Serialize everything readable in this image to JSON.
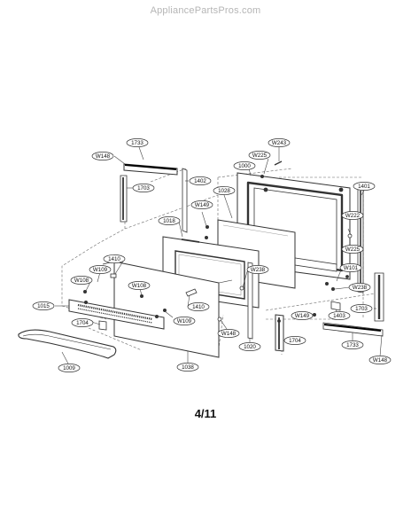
{
  "watermark": "AppliancePartsPros.com",
  "page_number": "4/11",
  "labels": {
    "l1733a": "1733",
    "lW148a": "W148",
    "l1703a": "1703",
    "l1402": "1402",
    "lW243": "W243",
    "lW225a": "W225",
    "l1000": "1000",
    "l1028": "1028",
    "l1401": "1401",
    "lW149a": "W149",
    "l1018": "1018",
    "lW222": "W222",
    "lW225b": "W225",
    "lW101": "W101",
    "lW238a": "W238",
    "lW238b": "W238",
    "l1410a": "1410",
    "lW109a": "W109",
    "lW108a": "W108",
    "lW108b": "W108",
    "l1015": "1015",
    "l1704a": "1704",
    "l1410b": "1410",
    "lW109b": "W109",
    "lW148b": "W148",
    "lW149b": "W149",
    "l1403": "1403",
    "l1703b": "1703",
    "l1704b": "1704",
    "l1733b": "1733",
    "l1020": "1020",
    "l1038": "1038",
    "l1009": "1009",
    "lW148c": "W148"
  }
}
